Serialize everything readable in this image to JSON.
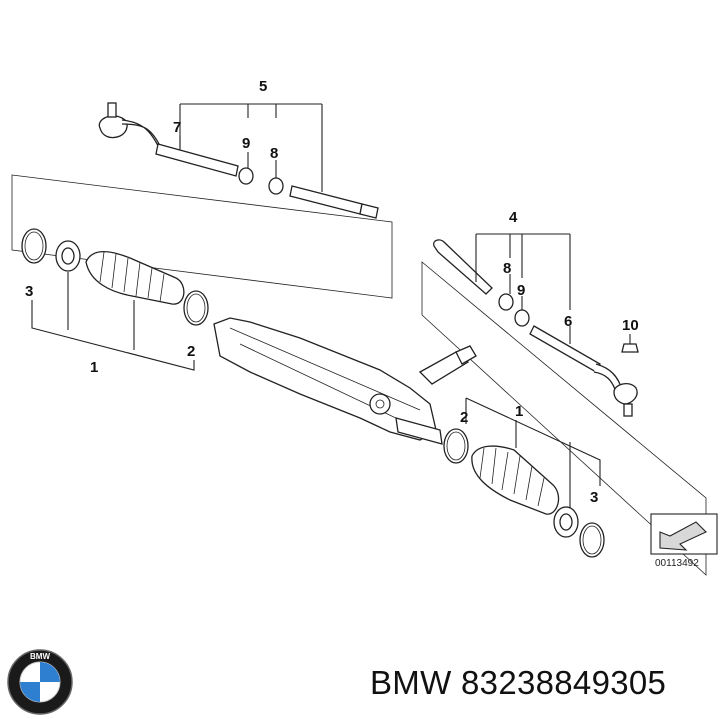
{
  "labels": {
    "top_5": "5",
    "top_7": "7",
    "top_9": "9",
    "top_8": "8",
    "right_4": "4",
    "right_8": "8",
    "right_9": "9",
    "right_6": "6",
    "right_10": "10",
    "left_3": "3",
    "left_2": "2",
    "left_1": "1",
    "lower_2": "2",
    "lower_1": "1",
    "lower_3": "3"
  },
  "diagram_code": "00113492",
  "logo_text": "BMW",
  "caption": "BMW 83238849305",
  "colors": {
    "ink": "#222222",
    "logo_blue": "#2f7fd1",
    "logo_ring": "#1a1a1a"
  }
}
